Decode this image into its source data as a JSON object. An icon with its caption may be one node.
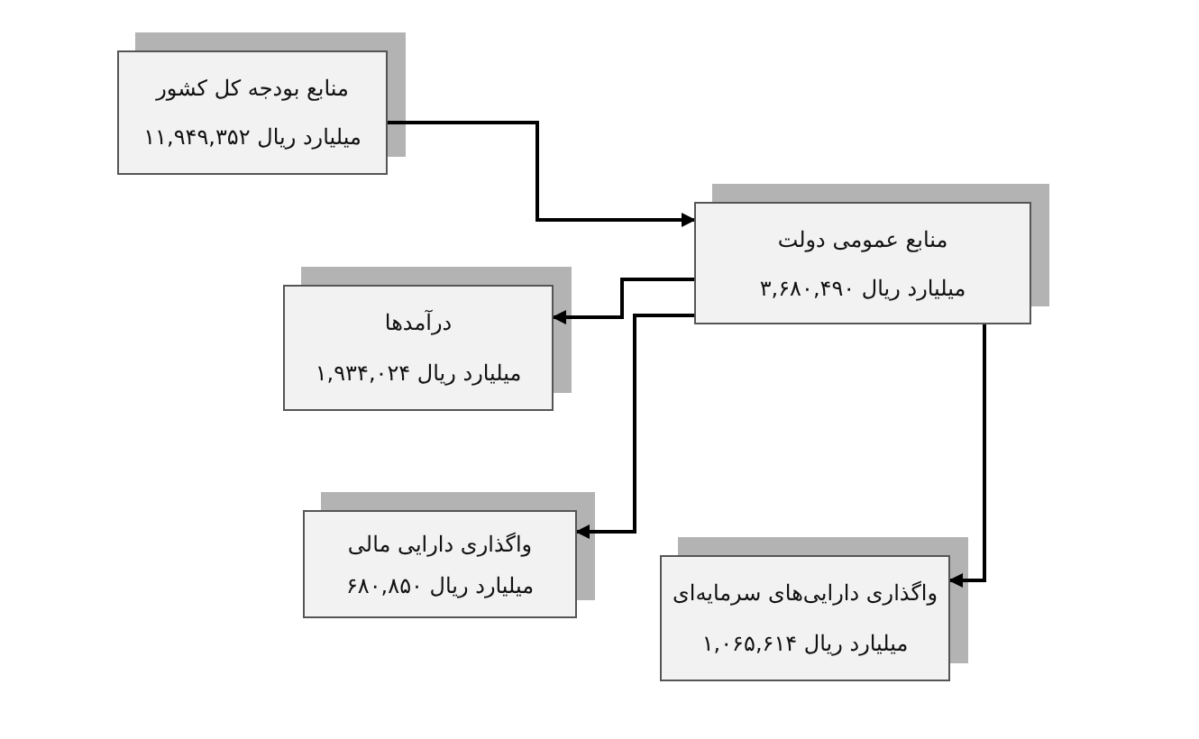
{
  "diagram": {
    "nodes": [
      {
        "text": [
          "منابع بودجه کل کشور",
          "میلیارد ریال ۱۱,۹۴۹,۳۵۲"
        ]
      },
      {
        "text": [
          "منابع عمومی دولت",
          "میلیارد ریال ۳,۶۸۰,۴۹۰"
        ]
      },
      {
        "text": [
          "درآمدها",
          "میلیارد ریال ۱,۹۳۴,۰۲۴"
        ]
      },
      {
        "text": [
          "واگذاری دارایی مالی",
          "میلیارد ریال ۶۸۰,۸۵۰"
        ]
      },
      {
        "text": [
          "واگذاری دارایی‌های سرمایه‌ای",
          "میلیارد ریال ۱,۰۶۵,۶۱۴"
        ]
      }
    ],
    "edges": [
      {
        "from": 0,
        "to": 1,
        "arrow": "to"
      },
      {
        "from": 1,
        "to": 2,
        "arrow": "to"
      },
      {
        "from": 1,
        "to": 3,
        "arrow": "to"
      },
      {
        "from": 1,
        "to": 4,
        "arrow": "to"
      }
    ]
  }
}
